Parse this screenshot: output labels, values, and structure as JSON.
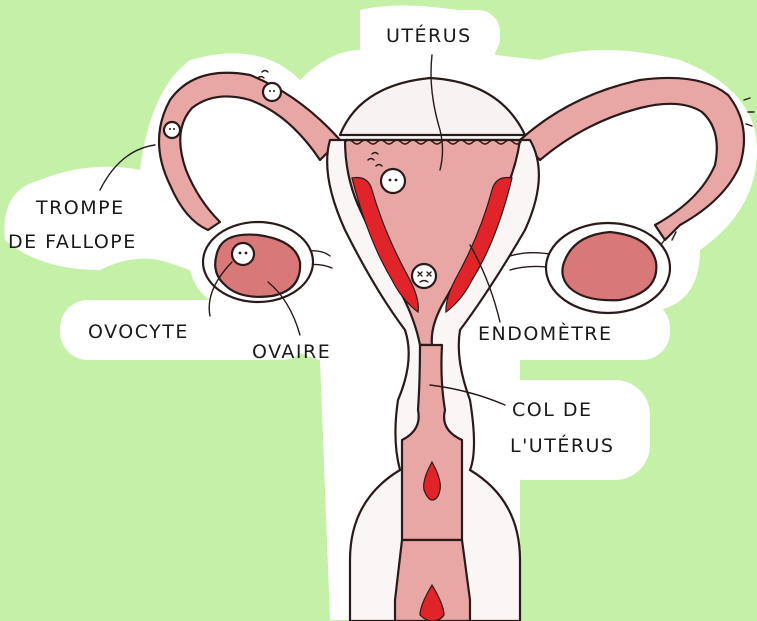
{
  "labels": {
    "uterus": "UTÉRUS",
    "fallopian_tube_line1": "TROMPE",
    "fallopian_tube_line2": "DE FALLOPE",
    "oocyte": "OVOCYTE",
    "ovary": "OVAIRE",
    "endometrium": "ENDOMÈTRE",
    "cervix_line1": "COL DE",
    "cervix_line2": "L'UTÉRUS"
  },
  "colors": {
    "background": "#c4f0a8",
    "white_halo": "#ffffff",
    "tissue_pink": "#e8a6a4",
    "ovary_dark_pink": "#d97878",
    "endometrium_red": "#e0242a",
    "outline": "#2a1a1a"
  }
}
